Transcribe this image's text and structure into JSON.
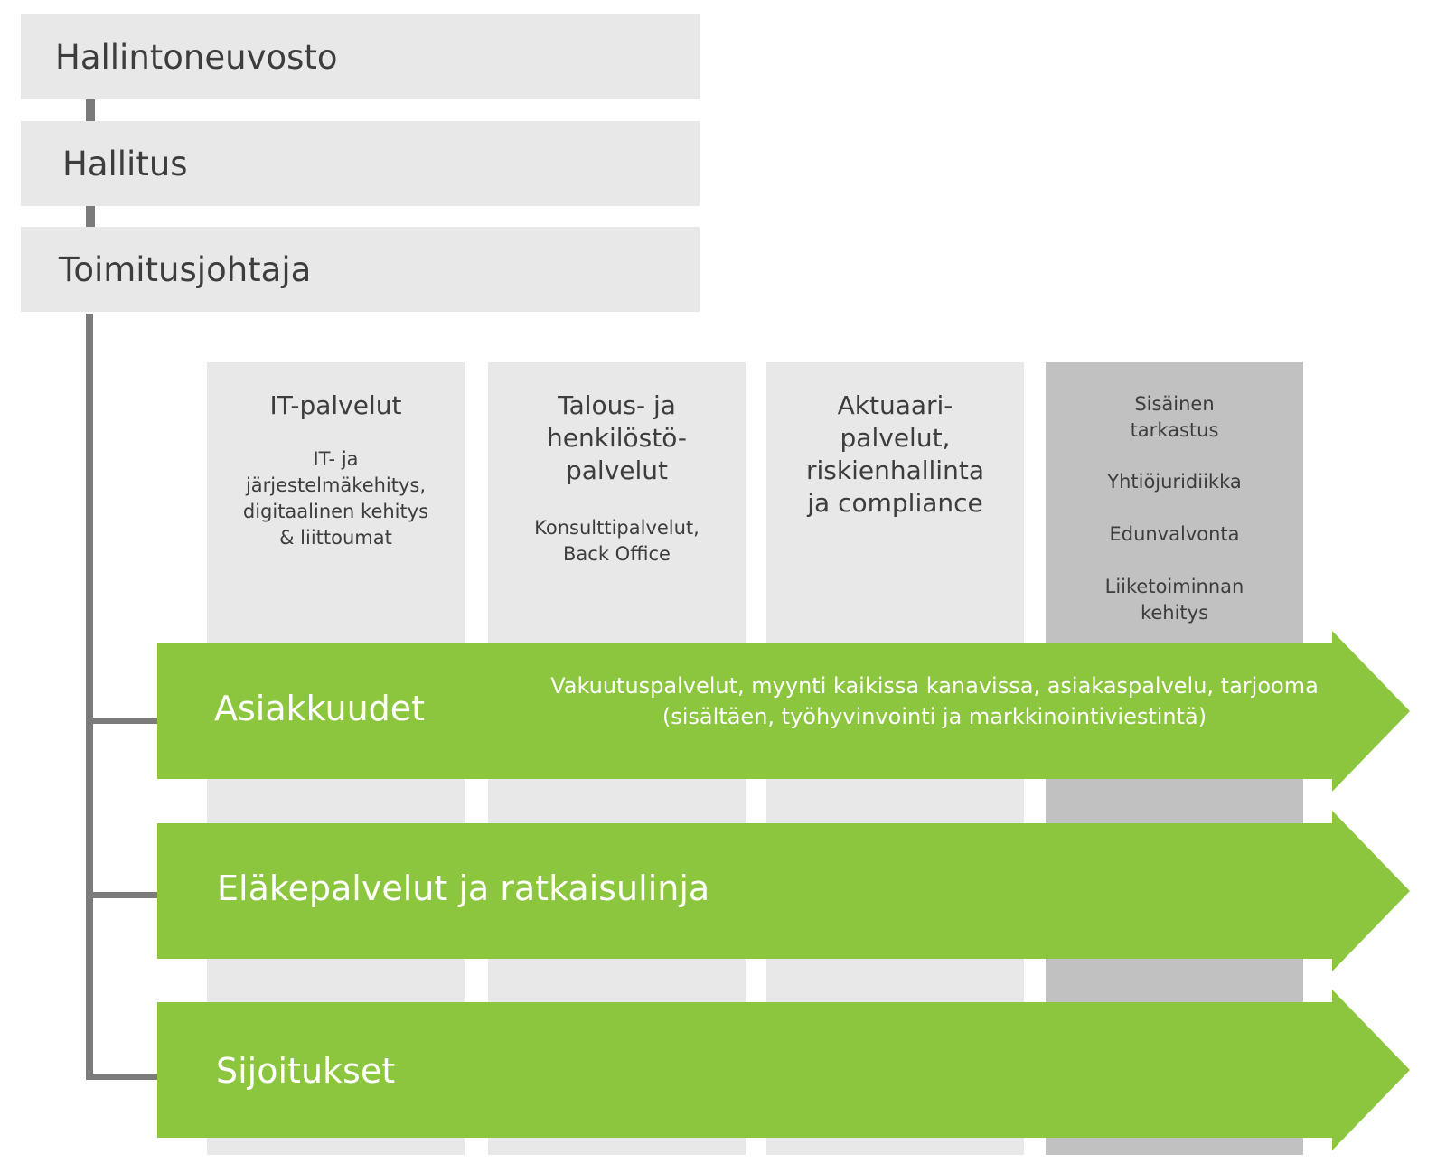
{
  "colors": {
    "level_bg": "#e8e8e8",
    "column_bg": "#e8e8e8",
    "column_dark_bg": "#c1c1c1",
    "arrow_green": "#8cc63f",
    "connector": "#7b7b7b",
    "text": "#3d3d3d"
  },
  "levels": [
    {
      "label": "Hallintoneuvosto"
    },
    {
      "label": "Hallitus"
    },
    {
      "label": "Toimitusjohtaja"
    }
  ],
  "columns": [
    {
      "title": "IT-palvelut",
      "subtitle": "IT- ja järjestelmäkehitys, digitaalinen kehitys & liittoumat"
    },
    {
      "title": "Talous- ja henkilöstö-palvelut",
      "subtitle": "Konsulttipalvelut, Back Office"
    },
    {
      "title": "Aktuaari-palvelut, riskienhallinta ja compliance"
    },
    {
      "items": [
        "Sisäinen tarkastus",
        "Yhtiöjuridiikka",
        "Edunvalvonta",
        "Liiketoiminnan kehitys"
      ]
    }
  ],
  "arrows": [
    {
      "label": "Asiakkuudet",
      "description_line1": "Vakuutuspalvelut, myynti kaikissa kanavissa, asiakaspalvelu, tarjooma",
      "description_line2": "(sisältäen, työhyvinvointi ja markkinointiviestintä)"
    },
    {
      "label": "Eläkepalvelut ja ratkaisulinja"
    },
    {
      "label": "Sijoitukset"
    }
  ]
}
